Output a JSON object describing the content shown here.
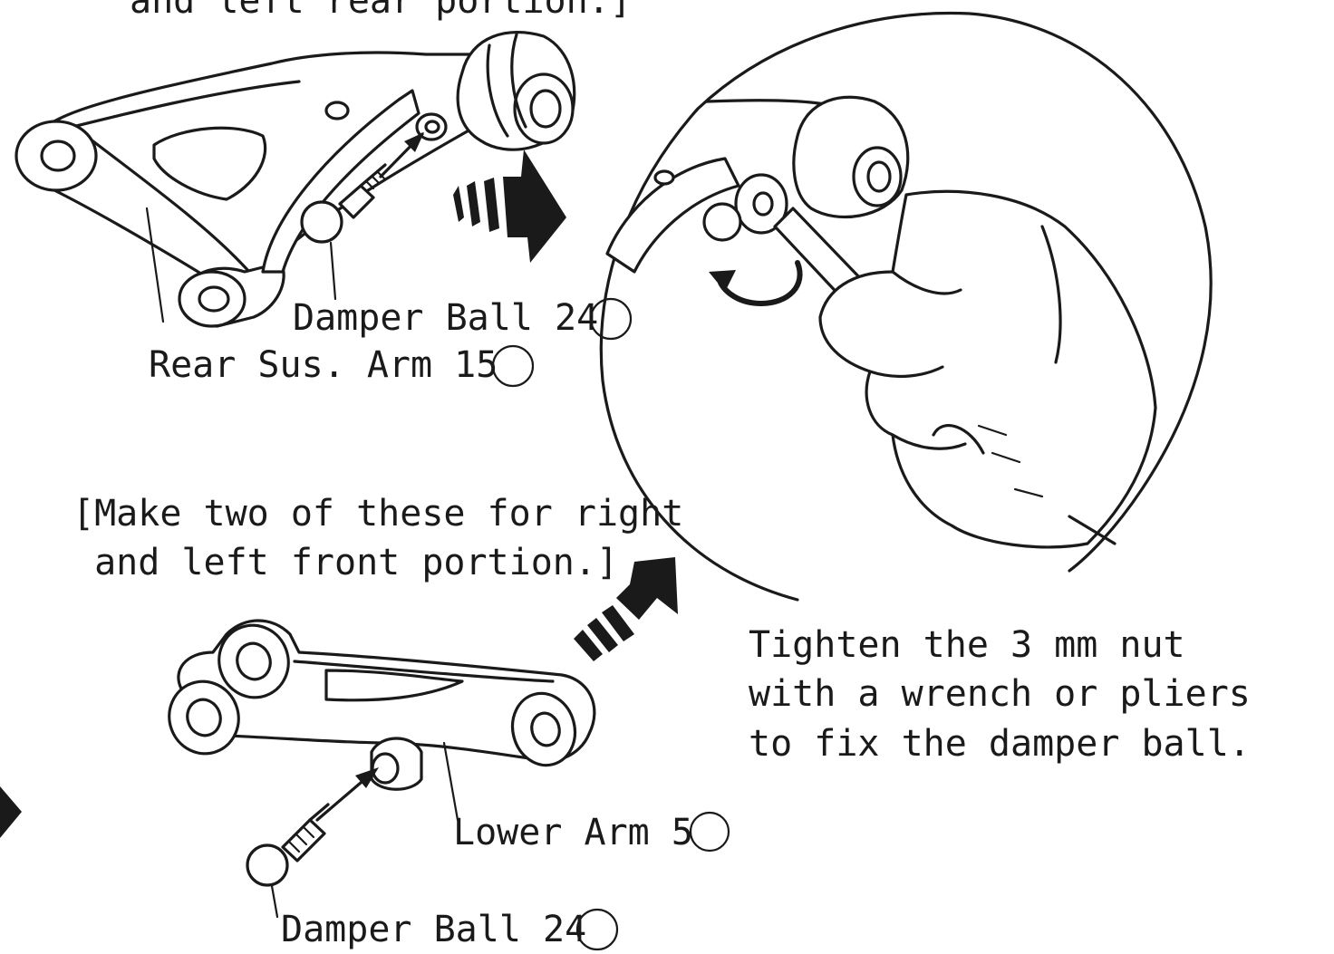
{
  "captions": {
    "top_rear_fragment": "and left rear portion.]",
    "front_instruction": "[Make two of these for right\n and left front portion.]",
    "tighten_instruction": "Tighten the 3 mm nut\nwith a wrench or pliers\nto fix the damper ball."
  },
  "labels": {
    "damper_ball_rear": "Damper Ball ",
    "rear_sus_arm": "Rear Sus. Arm ",
    "lower_arm": "Lower Arm ",
    "damper_ball_front": "Damper Ball "
  },
  "part_numbers": {
    "damper_ball_rear": "24",
    "rear_sus_arm": "15",
    "lower_arm": "5",
    "damper_ball_front": "24"
  },
  "colors": {
    "ink": "#1a1a1a",
    "paper": "#ffffff"
  }
}
